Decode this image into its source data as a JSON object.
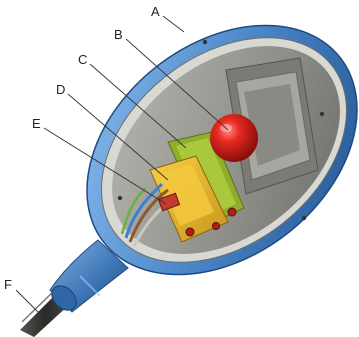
{
  "colors": {
    "shell": "#4a86c8",
    "shell_dark": "#2b5f9e",
    "interior": "#9a9a95",
    "float_ball": "#d8211c",
    "switch_body": "#e8b82a",
    "bracket": "#8fae2c",
    "cable": "#3a3a38",
    "leader": "#333333"
  },
  "callouts": [
    {
      "letter": "A",
      "part": "outer-casing"
    },
    {
      "letter": "B",
      "part": "float-ball"
    },
    {
      "letter": "C",
      "part": "mounting-bracket"
    },
    {
      "letter": "D",
      "part": "switch-body"
    },
    {
      "letter": "E",
      "part": "terminal-wires"
    },
    {
      "letter": "F",
      "part": "cable"
    }
  ]
}
